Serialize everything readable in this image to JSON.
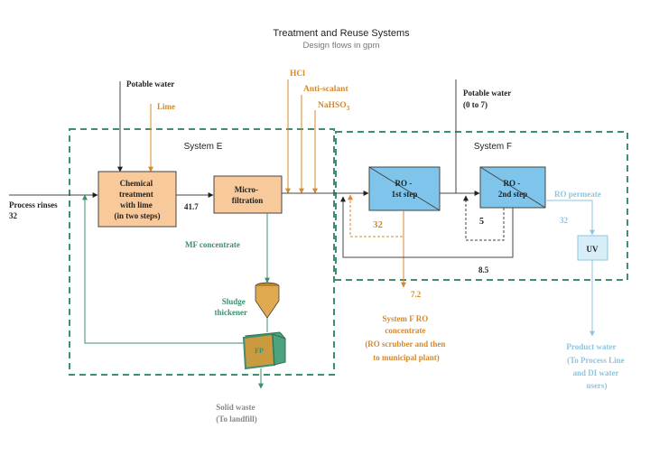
{
  "header": {
    "title": "Treatment and Reuse Systems",
    "subtitle": "Design flows in gpm"
  },
  "systems": {
    "e_label": "System E",
    "f_label": "System F"
  },
  "inputs": {
    "potable_water_left": "Potable water",
    "lime": "Lime",
    "process_rinses": "Process rinses",
    "process_rinses_flow": "32",
    "hcl": "HCl",
    "anti_scalant": "Anti-scalant",
    "nahso3": "NaHSO",
    "nahso3_sub": "3",
    "potable_water_right": "Potable water",
    "potable_water_right_range": "(0 to 7)"
  },
  "units": {
    "chemical_treatment": [
      "Chemical",
      "treatment",
      "with lime",
      "(in two steps)"
    ],
    "microfiltration": [
      "Micro-",
      "filtration"
    ],
    "ro_1st": [
      "RO -",
      "1st step"
    ],
    "ro_2nd": [
      "RO -",
      "2nd step"
    ],
    "uv": "UV",
    "sludge_thickener": [
      "Sludge",
      "thickener"
    ],
    "filter_press": "FP"
  },
  "flows": {
    "ct_to_mf": "41.7",
    "ro1_recycle": "32",
    "ro2_recycle": "5",
    "bypass": "8.5",
    "ro_permeate_label": "RO permeate",
    "ro_permeate_flow": "32",
    "system_f_concentrate_flow": "7.2",
    "mf_concentrate": "MF concentrate"
  },
  "outputs": {
    "system_f_concentrate": [
      "System F RO",
      "concentrate",
      "(RO scrubber and then",
      "to municipal plant)"
    ],
    "solid_waste": [
      "Solid waste",
      "(To landfill)"
    ],
    "product_water": [
      "Product water",
      "(To Process Line",
      "and DI water",
      "users)"
    ]
  },
  "colors": {
    "orange": "#d4892c",
    "green": "#3d8f6e",
    "dark": "#222222",
    "blue_light": "#9fcfe6",
    "blue_box": "#7fc4ea",
    "orange_box": "#f8c99a",
    "uv_box": "#d7eef8"
  }
}
